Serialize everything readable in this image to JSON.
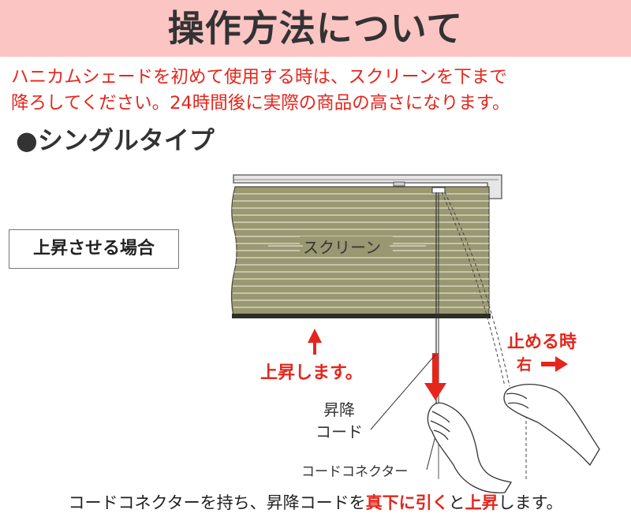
{
  "header": {
    "title": "操作方法について",
    "bg_color": "#fbc5c3"
  },
  "intro": {
    "line1": "ハニカムシェードを初めて使用する時は、スクリーンを下まで",
    "line2": "降ろしてください。24時間後に実際の商品の高さになります。",
    "color": "#e4261c"
  },
  "section": {
    "title": "●シングルタイプ"
  },
  "mode": {
    "label": "上昇させる場合"
  },
  "illustration": {
    "screen_label": "スクリーン",
    "up_label": "上昇します。",
    "stop_label": "止める時",
    "right_label": "右",
    "cord_label_line1": "昇降",
    "cord_label_line2": "コード",
    "connector_label": "コードコネクター",
    "shade_color": "#9a9872",
    "accent_color": "#e4261c"
  },
  "caption": {
    "part1": "コードコネクターを持ち、昇降コードを",
    "emphasis1": "真下に引く",
    "part2": "と",
    "emphasis2": "上昇",
    "part3": "します。"
  }
}
